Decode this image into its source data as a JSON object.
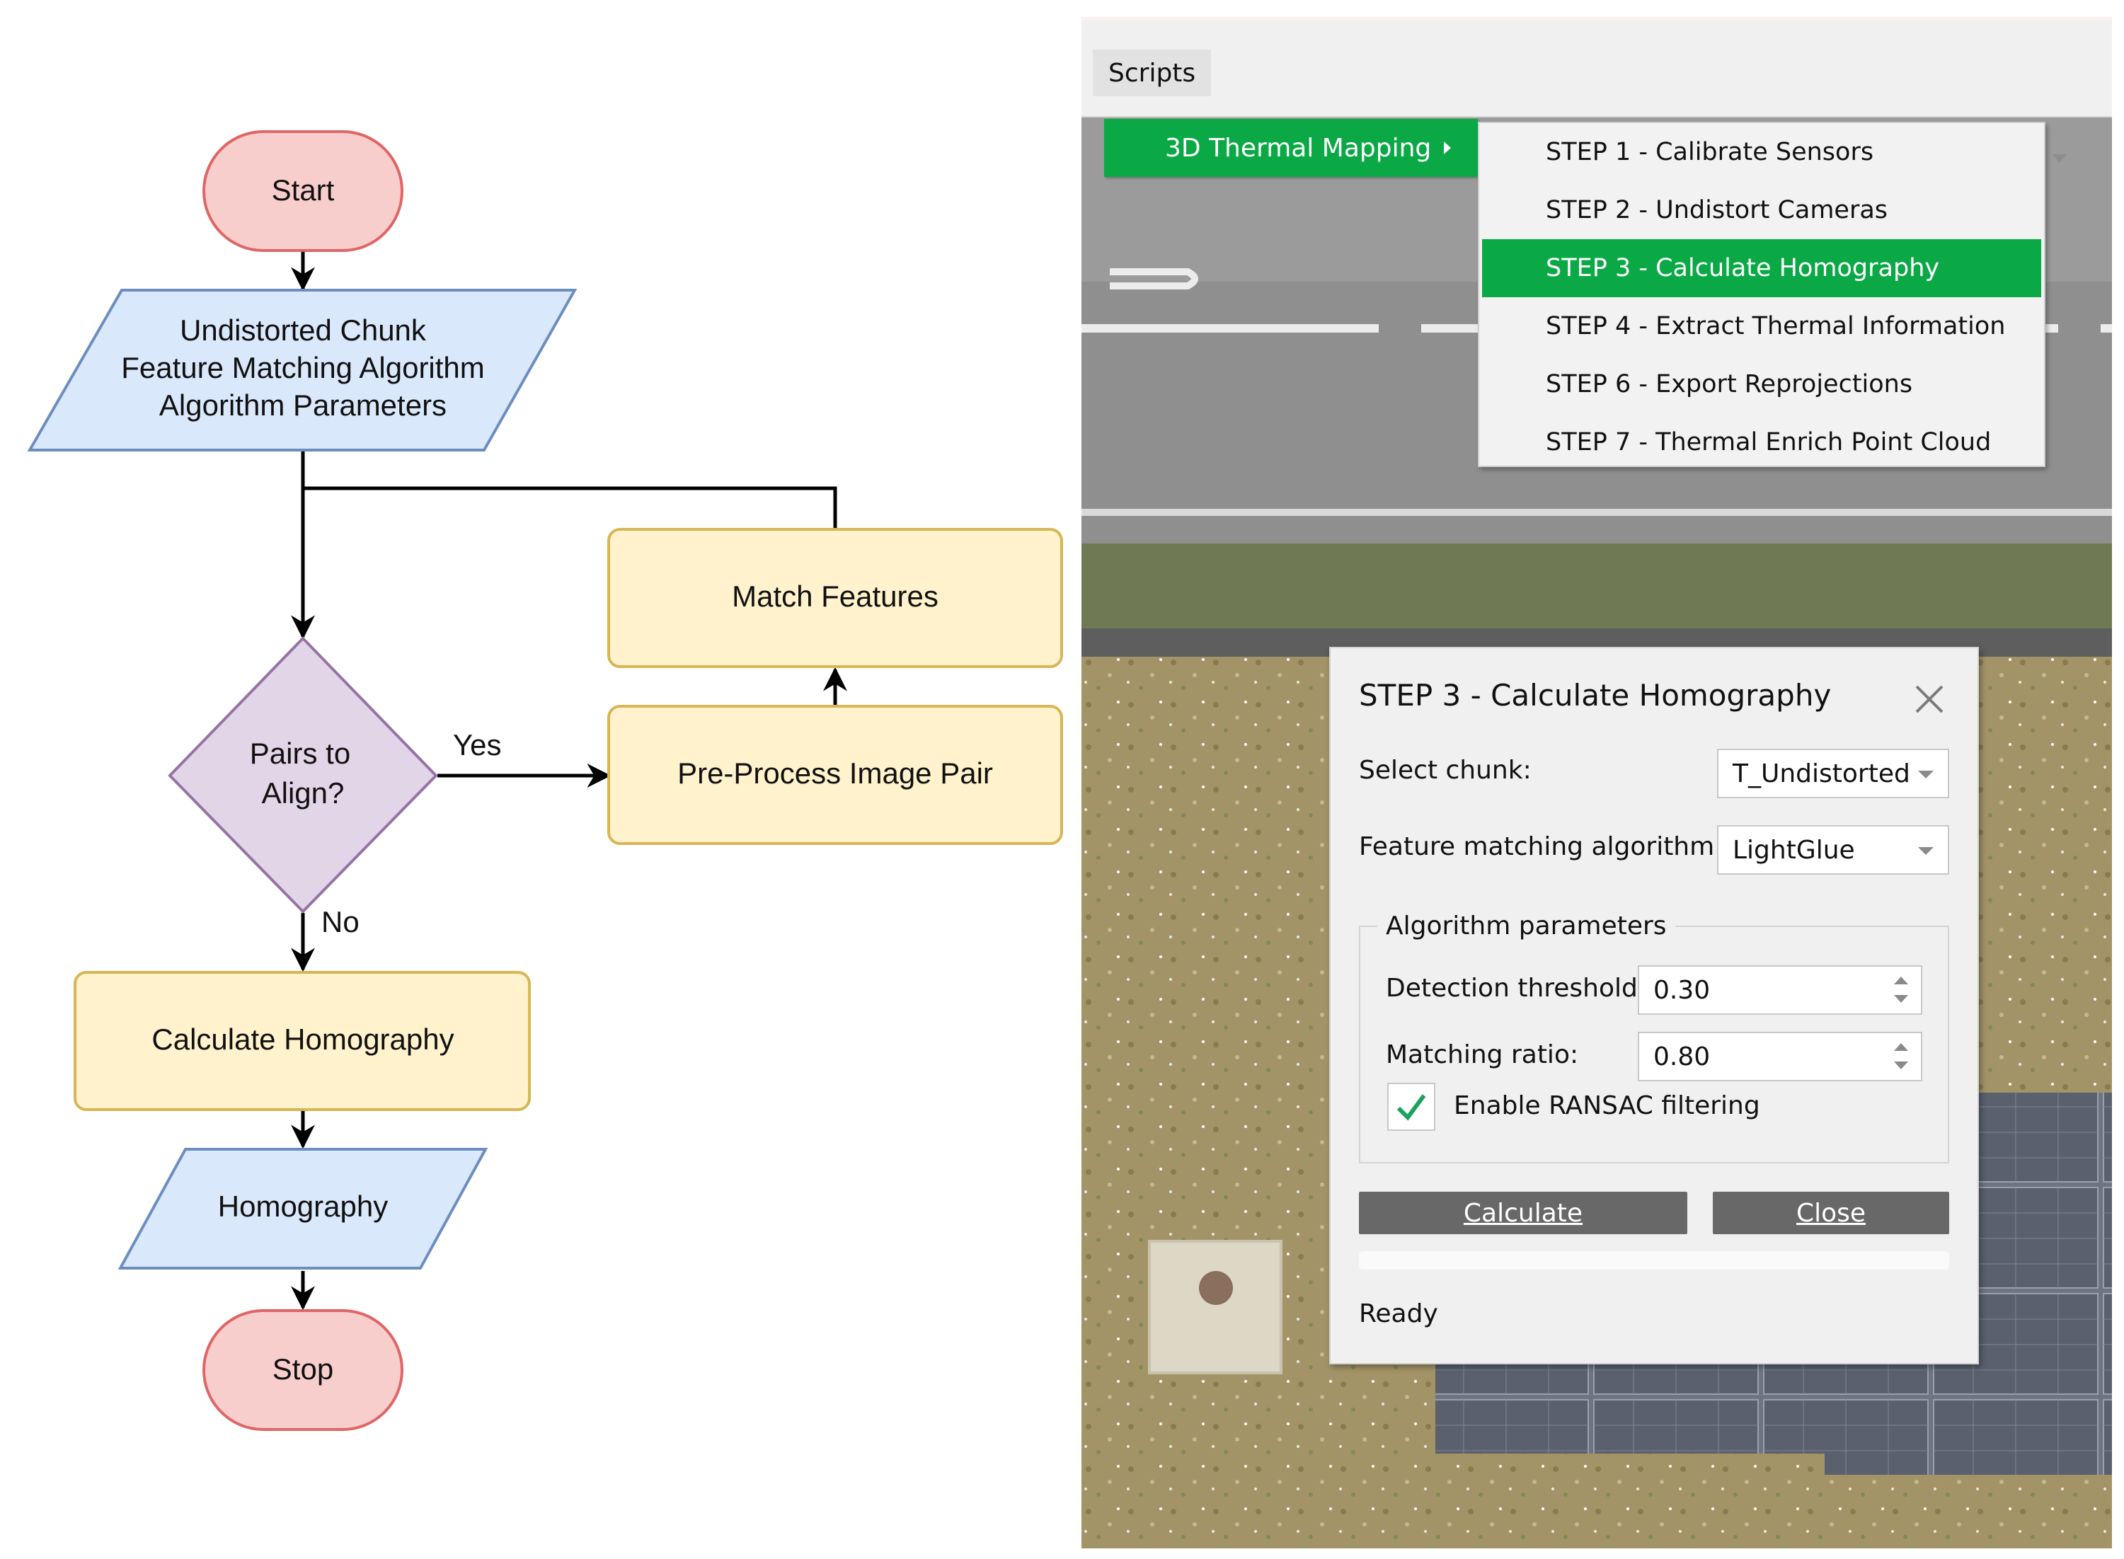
{
  "flowchart": {
    "start": "Start",
    "inputs": [
      "Undistorted Chunk",
      "Feature Matching Algorithm",
      "Algorithm Parameters"
    ],
    "decision": [
      "Pairs to",
      "Align?"
    ],
    "match_features": "Match Features",
    "preprocess": "Pre-Process Image Pair",
    "calculate": "Calculate Homography",
    "output": "Homography",
    "stop": "Stop",
    "yes_label": "Yes",
    "no_label": "No",
    "colors": {
      "terminal_fill": "#f8cecc",
      "terminal_stroke": "#e06666",
      "io_fill": "#dae8fc",
      "io_stroke": "#6c8ebf",
      "decision_fill": "#e1d5e7",
      "decision_stroke": "#9673a6",
      "process_fill": "#fff2cc",
      "process_stroke": "#d6b656"
    }
  },
  "app": {
    "menu_label": "Scripts",
    "menu_parent": "3D Thermal Mapping",
    "submenu": [
      {
        "label": "STEP 1 - Calibrate Sensors",
        "active": false
      },
      {
        "label": "STEP 2 - Undistort Cameras",
        "active": false
      },
      {
        "label": "STEP 3 - Calculate Homography",
        "active": true
      },
      {
        "label": "STEP 4 - Extract Thermal Information",
        "active": false
      },
      {
        "label": "STEP 6 - Export Reprojections",
        "active": false
      },
      {
        "label": "STEP 7 - Thermal Enrich Point Cloud",
        "active": false
      }
    ],
    "accent": "#0aa946",
    "dialog": {
      "title": "STEP 3 - Calculate Homography",
      "chunk_label": "Select chunk:",
      "chunk_value": "T_Undistorted",
      "algo_label": "Feature matching algorithm:",
      "algo_value": "LightGlue",
      "group_title": "Algorithm parameters",
      "detection_label": "Detection threshold:",
      "detection_value": "0.30",
      "ratio_label": "Matching ratio:",
      "ratio_value": "0.80",
      "ransac_label": "Enable RANSAC filtering",
      "ransac_checked": true,
      "calculate_button": "Calculate",
      "close_button": "Close",
      "progress_fraction": 0,
      "status": "Ready"
    }
  }
}
